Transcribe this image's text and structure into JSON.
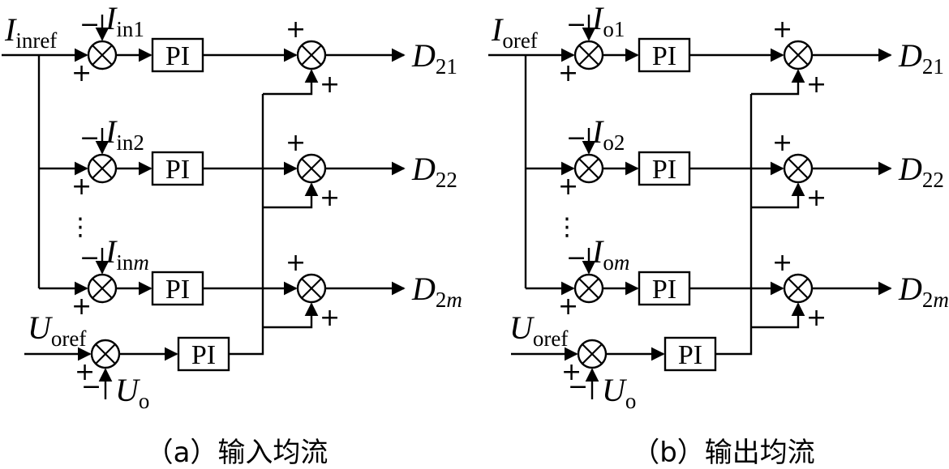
{
  "panel_a": {
    "caption": "（a）输入均流",
    "ref": {
      "main": "I",
      "sub": "inref"
    },
    "voltage_ref": {
      "main": "U",
      "sub": "oref"
    },
    "voltage_fb": {
      "main": "U",
      "sub": "o"
    },
    "branches": [
      {
        "fb_main": "I",
        "fb_sub": "in1",
        "fb_sub_italic": "",
        "out_main": "D",
        "out_sub": "21",
        "out_sub_italic": ""
      },
      {
        "fb_main": "I",
        "fb_sub": "in2",
        "fb_sub_italic": "",
        "out_main": "D",
        "out_sub": "22",
        "out_sub_italic": ""
      },
      {
        "fb_main": "I",
        "fb_sub": "in",
        "fb_sub_italic": "m",
        "out_main": "D",
        "out_sub": "2",
        "out_sub_italic": "m"
      }
    ]
  },
  "panel_b": {
    "caption": "（b）输出均流",
    "ref": {
      "main": "I",
      "sub": "oref"
    },
    "voltage_ref": {
      "main": "U",
      "sub": "oref"
    },
    "voltage_fb": {
      "main": "U",
      "sub": "o"
    },
    "branches": [
      {
        "fb_main": "I",
        "fb_sub": "o1",
        "fb_sub_italic": "",
        "out_main": "D",
        "out_sub": "21",
        "out_sub_italic": ""
      },
      {
        "fb_main": "I",
        "fb_sub": "o2",
        "fb_sub_italic": "",
        "out_main": "D",
        "out_sub": "22",
        "out_sub_italic": ""
      },
      {
        "fb_main": "I",
        "fb_sub": "o",
        "fb_sub_italic": "m",
        "out_main": "D",
        "out_sub": "2",
        "out_sub_italic": "m"
      }
    ]
  },
  "labels": {
    "pi": "PI",
    "plus": "+",
    "minus": "−",
    "ellipsis": "⋮"
  }
}
